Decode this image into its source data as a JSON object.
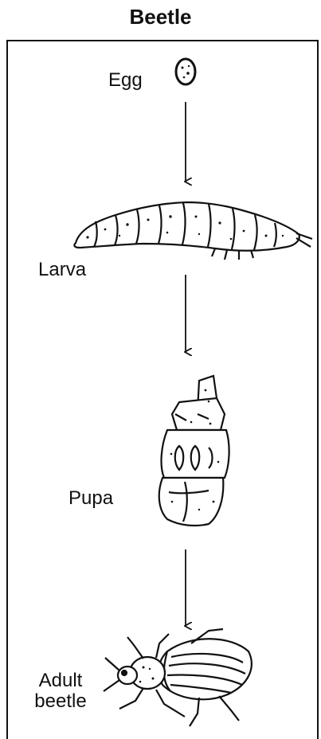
{
  "title": "Beetle",
  "stages": [
    {
      "label": "Egg"
    },
    {
      "label": "Larva"
    },
    {
      "label": "Pupa"
    },
    {
      "label": "Adult\nbeetle"
    }
  ]
}
